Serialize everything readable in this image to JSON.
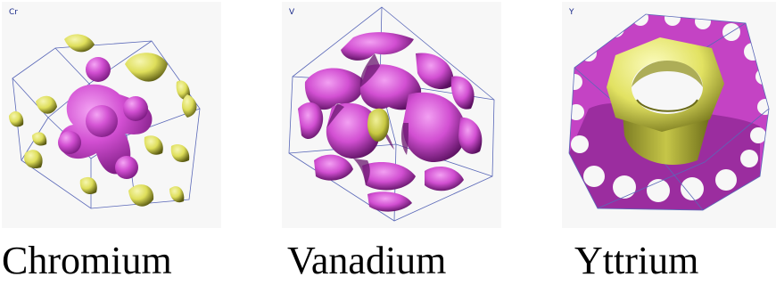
{
  "panels": [
    {
      "corner_label": "Cr",
      "name": "Chromium"
    },
    {
      "corner_label": "V",
      "name": "Vanadium"
    },
    {
      "corner_label": "Y",
      "name": "Yttrium"
    }
  ],
  "colors": {
    "magenta_surface": "#d24fd2",
    "magenta_dark": "#5a1060",
    "yellow_surface": "#e6e66a",
    "yellow_dark": "#5b5b12",
    "wireframe": "#5a68b8",
    "panel_background": "#f7f7f7"
  }
}
